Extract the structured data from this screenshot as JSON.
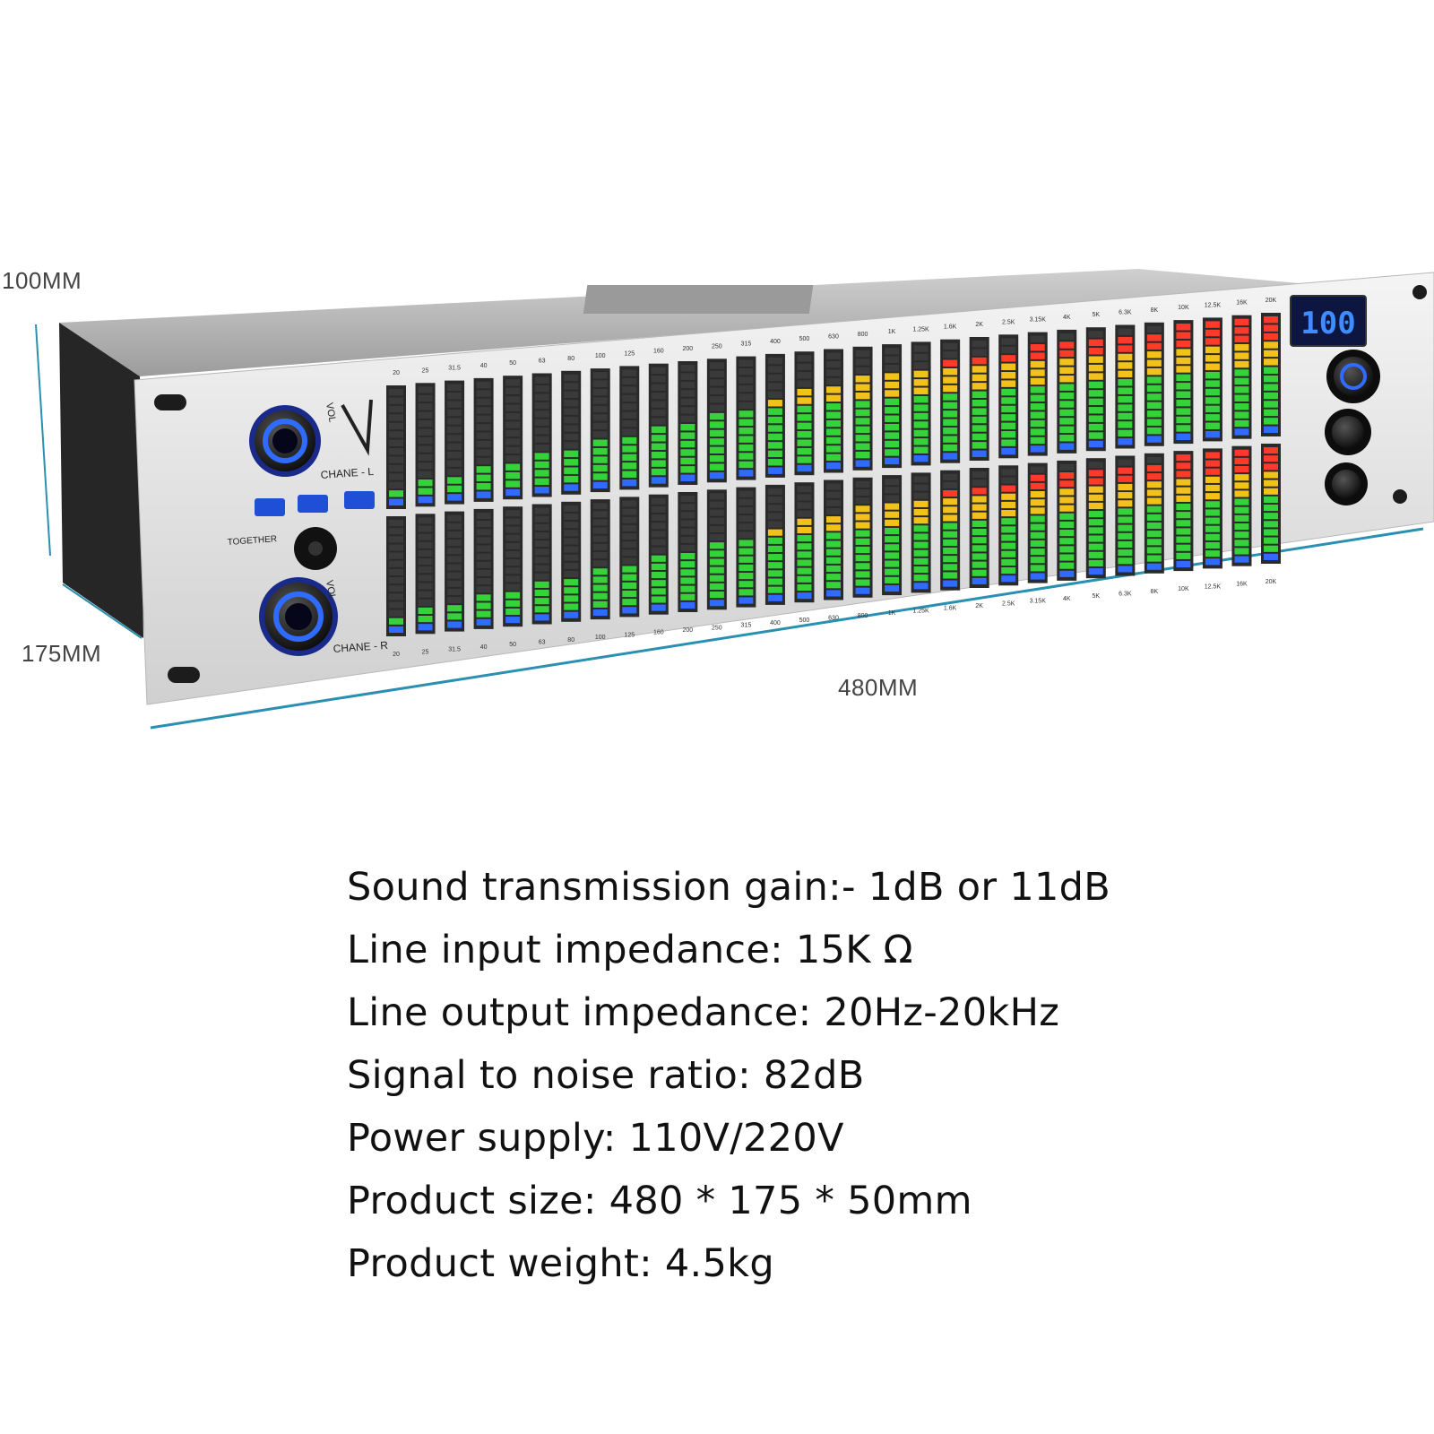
{
  "dimensions": {
    "height": "100MM",
    "depth": "175MM",
    "width": "480MM"
  },
  "device": {
    "channel_left_label": "CHANE - L",
    "channel_right_label": "CHANE - R",
    "together_label": "TOGETHER",
    "vol_label": "VOL",
    "display_value": "100",
    "bands_top": [
      "20",
      "25",
      "31.5",
      "40",
      "50",
      "63",
      "80",
      "100",
      "125",
      "160",
      "200",
      "250",
      "315",
      "400",
      "500",
      "630",
      "800",
      "1K",
      "1.25K",
      "1.6K",
      "2K",
      "2.5K",
      "3.15K",
      "4K",
      "5K",
      "6.3K",
      "8K",
      "10K",
      "12.5K",
      "16K",
      "20K"
    ],
    "bands_bottom": [
      "20",
      "25",
      "31.5",
      "40",
      "50",
      "63",
      "80",
      "100",
      "125",
      "160",
      "200",
      "250",
      "315",
      "400",
      "500",
      "630",
      "800",
      "1K",
      "1.25K",
      "1.6K",
      "2K",
      "2.5K",
      "3.15K",
      "4K",
      "5K",
      "6.3K",
      "8K",
      "10K",
      "12.5K",
      "16K",
      "20K"
    ],
    "meter_levels_upper": [
      0.12,
      0.2,
      0.24,
      0.26,
      0.3,
      0.33,
      0.38,
      0.4,
      0.44,
      0.48,
      0.52,
      0.56,
      0.6,
      0.64,
      0.68,
      0.72,
      0.76,
      0.8,
      0.82,
      0.84,
      0.86,
      0.88,
      0.9,
      0.92,
      0.94,
      0.95,
      0.96,
      0.97,
      0.98,
      0.99,
      1.0
    ],
    "meter_levels_lower": [
      0.12,
      0.2,
      0.24,
      0.26,
      0.3,
      0.33,
      0.38,
      0.4,
      0.44,
      0.48,
      0.52,
      0.56,
      0.6,
      0.64,
      0.68,
      0.72,
      0.76,
      0.8,
      0.82,
      0.84,
      0.86,
      0.88,
      0.9,
      0.92,
      0.94,
      0.95,
      0.96,
      0.97,
      0.98,
      0.99,
      1.0
    ],
    "colors": {
      "accent_blue": "#2f6bff",
      "meter_green": "#36d23a",
      "meter_yellow": "#f2c21a",
      "meter_red": "#ff3a2a",
      "dimension_line": "#2a8fb0"
    }
  },
  "specs": [
    "Sound transmission gain:- 1dB or 11dB",
    "Line input impedance: 15K Ω",
    "Line output impedance: 20Hz-20kHz",
    "Signal to noise ratio: 82dB",
    "Power supply: 110V/220V",
    "Product size: 480 * 175 * 50mm",
    "Product weight: 4.5kg"
  ]
}
